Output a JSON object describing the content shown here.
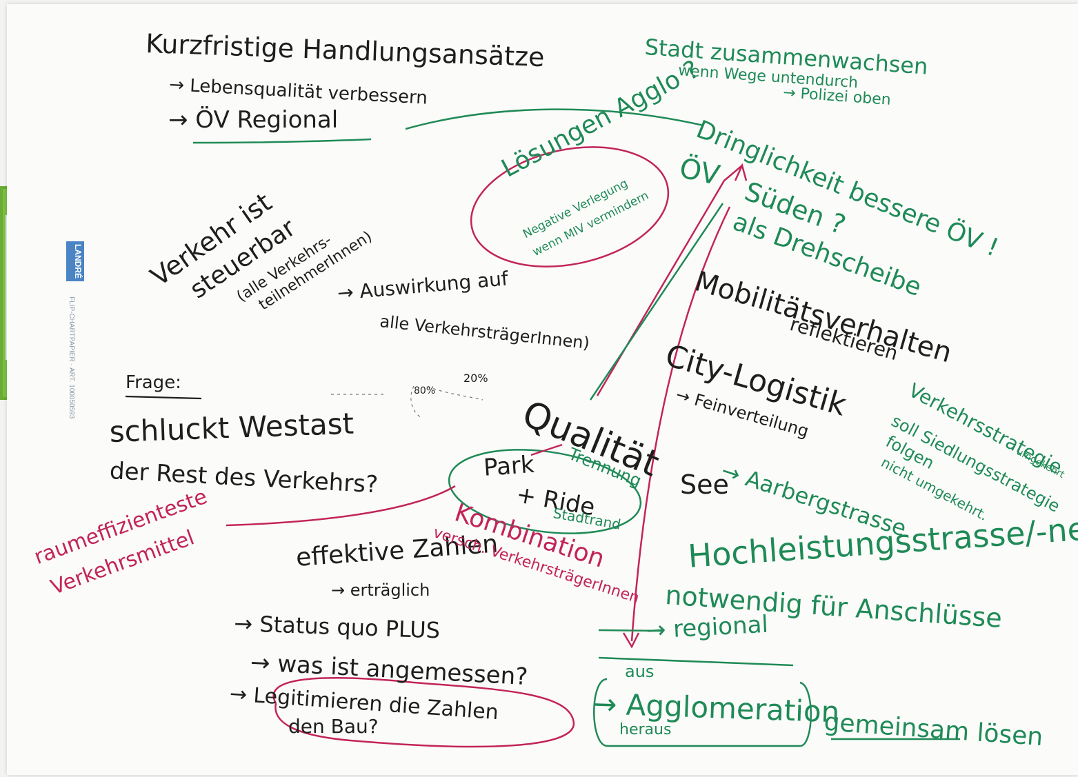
{
  "brand": {
    "logo": "LANDRÉ",
    "product": "FLIP-CHARTPAPIER · ART. 100050593"
  },
  "notes": {
    "heading": "Kurzfristige Handlungsansätze",
    "lebensqualitaet": "→ Lebensqualität verbessern",
    "oev_regional": "→ ÖV Regional",
    "stadt": "Stadt zusammenwachsen",
    "wege": "wenn Wege untendurch",
    "polizei": "→ Polizei oben",
    "loesungen": "Lösungen Agglo ?",
    "negative": "Negative Verlegung",
    "miv": "wenn MIV vermindern",
    "dringlichkeit": "Dringlichkeit bessere ÖV !",
    "oev": "ÖV",
    "sueden": "Süden ?",
    "drehscheibe": "als Drehscheibe",
    "verkehr_ist": "Verkehr ist",
    "steuerbar": "steuerbar",
    "alle_verkehrs": "(alle Verkehrs-",
    "teilnehmer": "teilnehmerInnen)",
    "auswirkung": "→ Auswirkung auf",
    "alle_traeger": "alle VerkehrsträgerInnen)",
    "mobilitaet": "Mobilitätsverhalten",
    "reflektieren": "reflektieren",
    "city": "City-Logistik",
    "feinverteilung": "→ Feinverteilung",
    "frage": "Frage:",
    "schluckt": "schluckt Westast",
    "rest": "der Rest des Verkehrs?",
    "percent_80": "80%",
    "percent_20": "20%",
    "qualitaet": "Qualität",
    "trennung": "Trennung",
    "park": "Park",
    "ride": "+ Ride",
    "stadtrand": "Stadtrand",
    "see": "See",
    "aarberg": "→ Aarbergstrasse",
    "strategie1": "Verkehrsstrategie",
    "strategie2": "soll Siedlungsstrategie",
    "strategie3": "folgen",
    "strategie4": "nicht umgekehrt.",
    "strategie_umgekehrt": "umgekehrt",
    "raumeffizienteste": "raumeffizienteste",
    "verkehrsmittel": "Verkehrsmittel",
    "kombination": "Kombination",
    "versch": "versch. VerkehrsträgerInnen",
    "effektive": "effektive Zahlen",
    "ertraeglich": "→ erträglich",
    "status": "→ Status quo PLUS",
    "angemessen": "→ was ist angemessen?",
    "legitimieren": "→ Legitimieren die Zahlen",
    "bau": "den Bau?",
    "hochleistung": "Hochleistungsstrasse/-netz?",
    "notwendig": "notwendig für Anschlüsse",
    "regional": "→ regional",
    "aus": "aus",
    "agglomeration": "→ Agglomeration",
    "heraus": "heraus",
    "gemeinsam": "gemeinsam lösen"
  },
  "colors": {
    "paper": "#fbfbf9",
    "black_ink": "#1e1e1e",
    "green_ink": "#1f8a57",
    "red_ink": "#c2245a",
    "folder": "#7bc043"
  }
}
